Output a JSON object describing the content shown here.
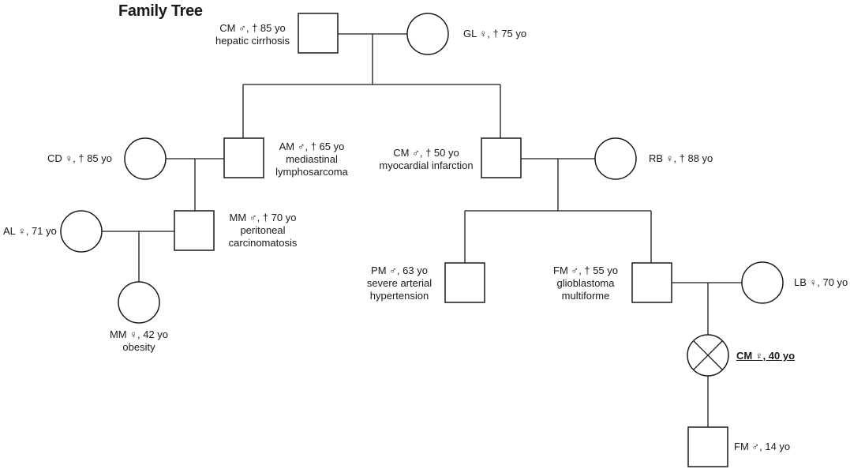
{
  "title": "Family Tree",
  "people": {
    "cm_gf": {
      "line1": "CM ♂, † 85 yo",
      "line2": "hepatic cirrhosis"
    },
    "gl": {
      "line1": "GL ♀, † 75 yo"
    },
    "cd": {
      "line1": "CD ♀, † 85 yo"
    },
    "am": {
      "line1": "AM ♂, † 65 yo",
      "line2": "mediastinal",
      "line3": "lymphosarcoma"
    },
    "cm_f": {
      "line1": "CM ♂, † 50 yo",
      "line2": "myocardial infarction"
    },
    "rb": {
      "line1": "RB ♀, † 88 yo"
    },
    "al": {
      "line1": "AL ♀, 71 yo"
    },
    "mm_m": {
      "line1": "MM ♂, † 70 yo",
      "line2": "peritoneal",
      "line3": "carcinomatosis"
    },
    "mm_f": {
      "line1": "MM ♀, 42 yo",
      "line2": "obesity"
    },
    "pm": {
      "line1": "PM ♂,  63 yo",
      "line2": "severe arterial",
      "line3": "hypertension"
    },
    "fm": {
      "line1": "FM ♂, † 55 yo",
      "line2": "glioblastoma",
      "line3": "multiforme"
    },
    "lb": {
      "line1": "LB ♀, 70 yo"
    },
    "cm_p": {
      "line1": "CM ♀, 40 yo"
    },
    "fm_s": {
      "line1": "FM ♂, 14 yo"
    }
  }
}
